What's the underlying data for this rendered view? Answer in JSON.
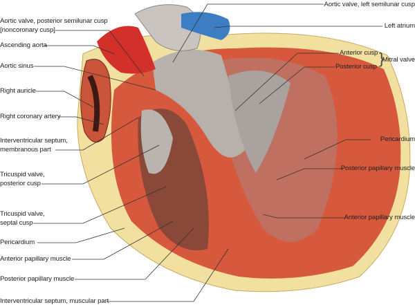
{
  "left_labels": {
    "aortic_valve_posterior_1": "Aortic valve, posterior semilunar cusp",
    "aortic_valve_posterior_2": "[noncoronary cusp]",
    "ascending_aorta": "Ascending aorta",
    "aortic_sinus": "Aortic sinus",
    "right_auricle": "Right auricle",
    "right_coronary_artery": "Right coronary artery",
    "iv_septum_membranous_1": "Interventricular septum,",
    "iv_septum_membranous_2": "membranous part",
    "tricuspid_posterior_1": "Tricuspid valve,",
    "tricuspid_posterior_2": "posterior cusp",
    "tricuspid_septal_1": "Tricuspid valve,",
    "tricuspid_septal_2": "septal cusp",
    "pericardium": "Pericardium",
    "anterior_papillary_muscle": "Anterior papillary muscle",
    "posterior_papillary_muscle": "Posterior papillary muscle",
    "iv_septum_muscular": "Interventricular septum, muscular part"
  },
  "right_labels": {
    "aortic_valve_left": "Aortic valve, left semilunar cusp",
    "left_atrium": "Left atrium",
    "anterior_cusp": "Anterior cusp",
    "posterior_cusp": "Posterior cusp",
    "mitral_valve": "Mitral valve",
    "pericardium": "Pericardium",
    "posterior_papillary_muscle": "Posterior papillary muscle",
    "anterior_papillary_muscle": "Anterior papillary muscle"
  },
  "colors": {
    "myocardium": "#d9553a",
    "pericardium": "#f3e3a4",
    "aorta": "#d8322e",
    "atrium": "#3f7fc0",
    "valve": "#bdb7b2"
  }
}
